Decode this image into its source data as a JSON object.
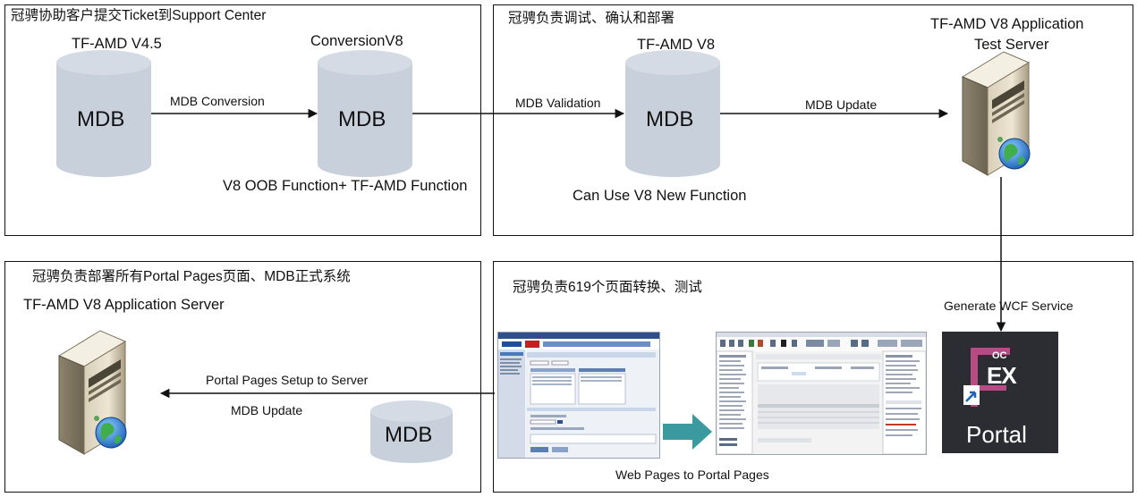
{
  "panels": {
    "p1": {
      "title": "冠骋协助客户提交Ticket到Support Center",
      "source_label": "TF-AMD  V4.5",
      "source_db": "MDB",
      "conversion_label": "ConversionV8",
      "conversion_db": "MDB",
      "edge_label": "MDB Conversion",
      "caption": "V8 OOB Function+ TF-AMD Function"
    },
    "p2": {
      "title": "冠骋负责调试、确认和部署",
      "v8_label": "TF-AMD  V8",
      "v8_db": "MDB",
      "validation_label": "MDB Validation",
      "update_label": "MDB Update",
      "server_label_1": "TF-AMD  V8 Application",
      "server_label_2": "Test Server",
      "caption": "Can Use V8 New Function"
    },
    "p3": {
      "title": "冠骋负责部署所有Portal Pages页面、MDB正式系统",
      "server_label": "TF-AMD  V8 Application Server",
      "setup_label": "Portal Pages Setup to Server",
      "update_label": "MDB Update",
      "db": "MDB"
    },
    "p4": {
      "title": "冠骋负责619个页面转换、测试",
      "caption": "Web Pages to Portal Pages",
      "wcf_label": "Generate WCF Service",
      "portal_tile": {
        "mark_small": "OC",
        "mark_big": "EX",
        "text": "Portal"
      }
    }
  },
  "icons": {
    "server": "server-tower-globe-icon",
    "portal": "portal-app-icon",
    "transition_arrow": "right-arrow-icon"
  },
  "colors": {
    "cylinder": "#c8d0db",
    "cylinder_top": "#d4dbe4",
    "transition_arrow": "#3a9aa0",
    "portal_bg": "#2b2d33",
    "portal_accent": "#b84a86"
  }
}
